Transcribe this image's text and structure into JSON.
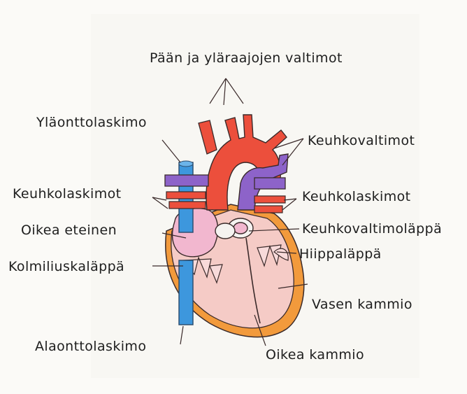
{
  "labels": {
    "head_arteries": "Pään ja yläraajojen valtimot",
    "superior_vena_cava": "Yläonttolaskimo",
    "pulmonary_arteries": "Keuhkovaltimot",
    "pulmonary_veins_left": "Keuhkolaskimot",
    "pulmonary_veins_right": "Keuhkolaskimot",
    "right_atrium": "Oikea eteinen",
    "pulmonary_valve": "Keuhkovaltimoläppä",
    "tricuspid_valve": "Kolmiliuskaläppä",
    "mitral_valve": "Hiippaläppä",
    "left_ventricle": "Vasen kammio",
    "inferior_vena_cava": "Alaonttolaskimo",
    "right_ventricle": "Oikea kammio"
  },
  "colors": {
    "aorta": "#ec4f3c",
    "pulmonary": "#8d63c9",
    "vena_cava": "#3d97dd",
    "muscle": "#f3c3c0",
    "atrium": "#f2b7cf",
    "pericardium": "#f29a3c",
    "ink": "#3a2a2a"
  }
}
